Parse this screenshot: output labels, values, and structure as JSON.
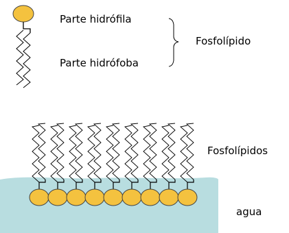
{
  "labels": {
    "hydrophilic_part": "Parte hidrófila",
    "hydrophobic_part": "Parte hidrófoba",
    "phospholipid": "Fosfolípido",
    "phospholipids": "Fosfolípidos",
    "water": "agua"
  },
  "colors": {
    "head_fill": "#f4c23f",
    "head_stroke": "#444444",
    "water_fill": "#b8dde0",
    "line": "#000000"
  },
  "monolayer": {
    "molecule_count": 9
  }
}
